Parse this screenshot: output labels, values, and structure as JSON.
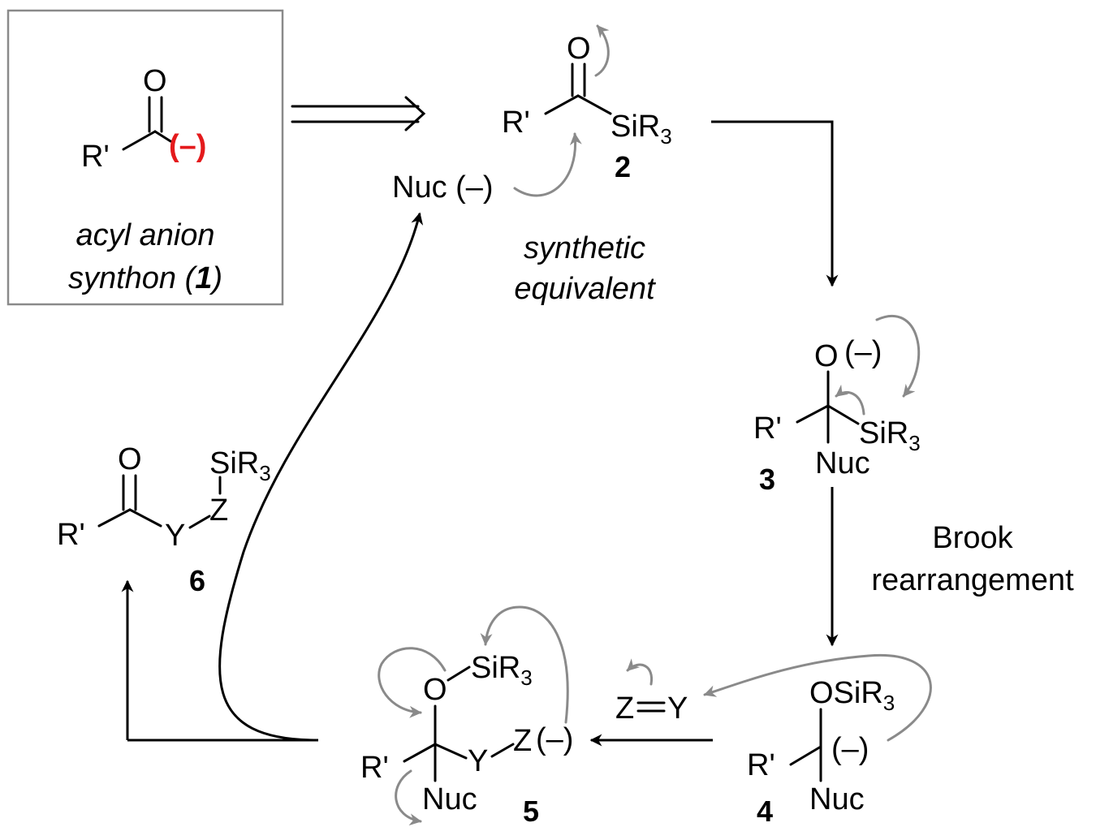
{
  "colors": {
    "ink": "#000000",
    "charge_red": "#e41a1c",
    "curved_arrow": "#8a8a8a",
    "box_border": "#8a8a8a"
  },
  "synthon_box": {
    "o": "O",
    "r": "R'",
    "charge": "(–)",
    "label_line1": "acyl anion",
    "label_line2_pre": "synthon (",
    "label_number": "1",
    "label_line2_post": ")"
  },
  "equivalent": {
    "line1": "synthetic",
    "line2": "equivalent"
  },
  "nucleophile": {
    "text": "Nuc (–)"
  },
  "compound2": {
    "o": "O",
    "r": "R'",
    "si": "SiR",
    "sub": "3",
    "number": "2"
  },
  "compound3": {
    "o": "O",
    "charge": "(–)",
    "r": "R'",
    "si": "SiR",
    "sub": "3",
    "nuc": "Nuc",
    "number": "3"
  },
  "brook": {
    "line1": "Brook",
    "line2": "rearrangement"
  },
  "compound4": {
    "osi": "OSiR",
    "sub": "3",
    "charge": "(–)",
    "r": "R'",
    "nuc": "Nuc",
    "number": "4"
  },
  "electrophile": {
    "z": "Z",
    "y": "Y"
  },
  "compound5": {
    "o": "O",
    "si": "SiR",
    "sub": "3",
    "r": "R'",
    "y": "Y",
    "z": "Z",
    "charge": "(–)",
    "nuc": "Nuc",
    "number": "5"
  },
  "compound6": {
    "o": "O",
    "si": "SiR",
    "sub": "3",
    "z": "Z",
    "y": "Y",
    "r": "R'",
    "number": "6"
  }
}
